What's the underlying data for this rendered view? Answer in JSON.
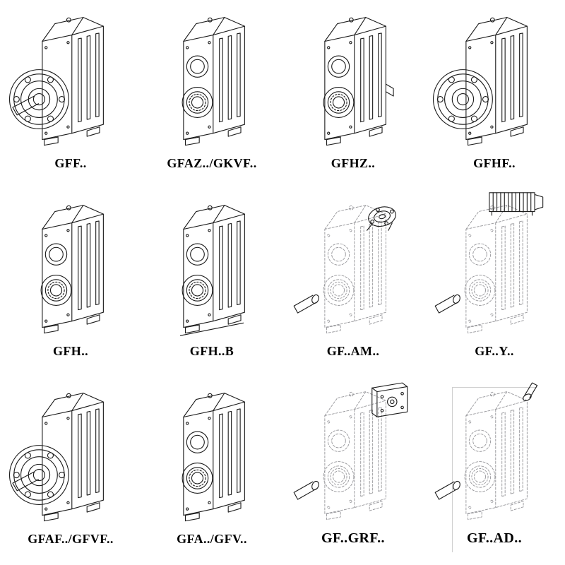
{
  "page": {
    "background": "#ffffff"
  },
  "colors": {
    "line": "#1c1c1c",
    "dashed_line": "#98989c",
    "label": "#000000"
  },
  "catalog": {
    "items": [
      {
        "label": "GFF..",
        "drawing": "flange-output-gear-unit"
      },
      {
        "label": "GFAZ../GKVF..",
        "drawing": "shaft-mounted-gear-unit"
      },
      {
        "label": "GFHZ..",
        "drawing": "hollow-shaft-gear-unit"
      },
      {
        "label": "GFHF..",
        "drawing": "flange-hollow-shaft-gear-unit"
      },
      {
        "label": "GFH..",
        "drawing": "foot-mounted-gear-unit"
      },
      {
        "label": "GFH..B",
        "drawing": "foot-mounted-gear-unit-with-base"
      },
      {
        "label": "GF..AM..",
        "drawing": "gear-unit-with-motor-adapter-flange"
      },
      {
        "label": "GF..Y..",
        "drawing": "gear-unit-with-mounted-motor"
      },
      {
        "label": "GFAF../GFVF..",
        "drawing": "flange-output-gear-unit"
      },
      {
        "label": "GFA../GFV..",
        "drawing": "shaft-mounted-gear-unit"
      },
      {
        "label": "GF..GRF..",
        "drawing": "gear-unit-with-input-gear-adapter"
      },
      {
        "label": "GF..AD..",
        "drawing": "gear-unit-with-input-shaft-adapter"
      }
    ]
  }
}
